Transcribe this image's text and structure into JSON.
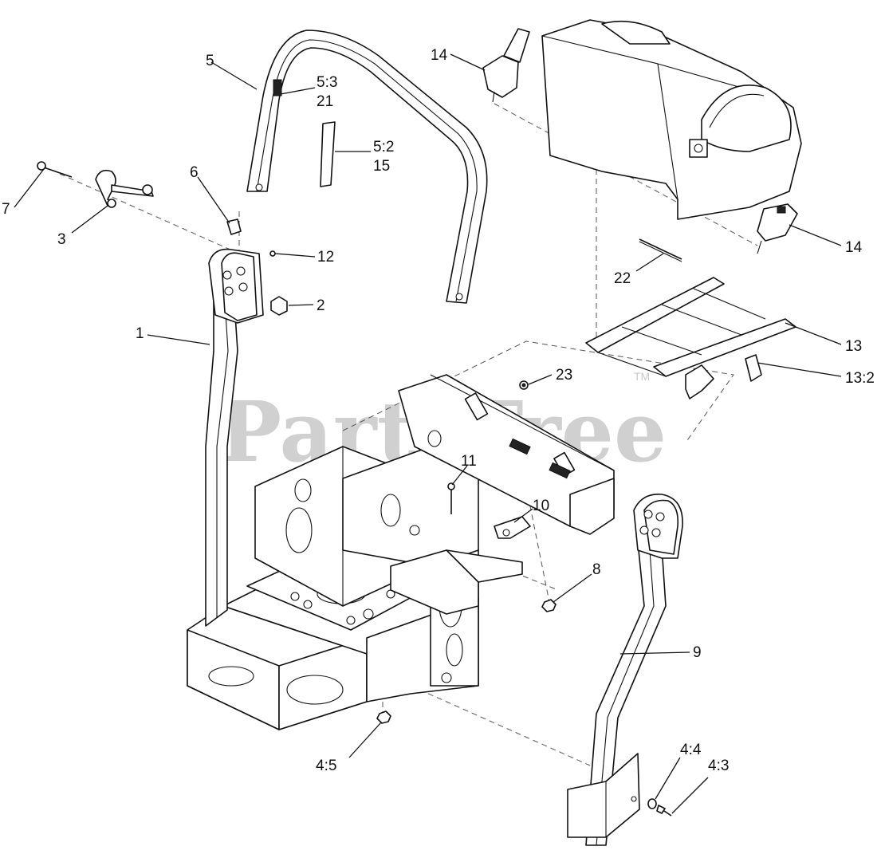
{
  "watermark": {
    "text": "PartsTree",
    "tm": "TM"
  },
  "callouts": [
    {
      "id": "c-5",
      "label": "5"
    },
    {
      "id": "c-5-3",
      "label": "5:3"
    },
    {
      "id": "c-21",
      "label": "21"
    },
    {
      "id": "c-5-2",
      "label": "5:2"
    },
    {
      "id": "c-15",
      "label": "15"
    },
    {
      "id": "c-14a",
      "label": "14"
    },
    {
      "id": "c-14b",
      "label": "14"
    },
    {
      "id": "c-6",
      "label": "6"
    },
    {
      "id": "c-7",
      "label": "7"
    },
    {
      "id": "c-3",
      "label": "3"
    },
    {
      "id": "c-12",
      "label": "12"
    },
    {
      "id": "c-2",
      "label": "2"
    },
    {
      "id": "c-1",
      "label": "1"
    },
    {
      "id": "c-22",
      "label": "22"
    },
    {
      "id": "c-13",
      "label": "13"
    },
    {
      "id": "c-13-2",
      "label": "13:2"
    },
    {
      "id": "c-23",
      "label": "23"
    },
    {
      "id": "c-11",
      "label": "11"
    },
    {
      "id": "c-10",
      "label": "10"
    },
    {
      "id": "c-8",
      "label": "8"
    },
    {
      "id": "c-9",
      "label": "9"
    },
    {
      "id": "c-4-5",
      "label": "4:5"
    },
    {
      "id": "c-4-4",
      "label": "4:4"
    },
    {
      "id": "c-4-3",
      "label": "4:3"
    }
  ]
}
